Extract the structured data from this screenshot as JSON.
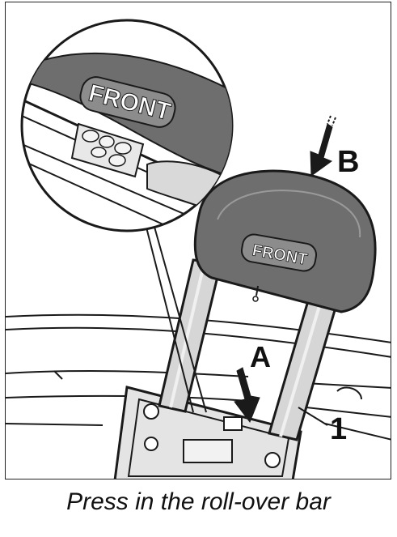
{
  "figure": {
    "callouts": {
      "arrow_b": "B",
      "arrow_a": "A",
      "part_1": "1"
    },
    "headrest_marking": "FRONT",
    "detail_marking": "FRONT"
  },
  "caption": "Press in the roll-over bar",
  "colors": {
    "headrest": "#6e6e6e",
    "posts": "#d6d6d6",
    "outline": "#1a1a1a",
    "background": "#ffffff"
  }
}
